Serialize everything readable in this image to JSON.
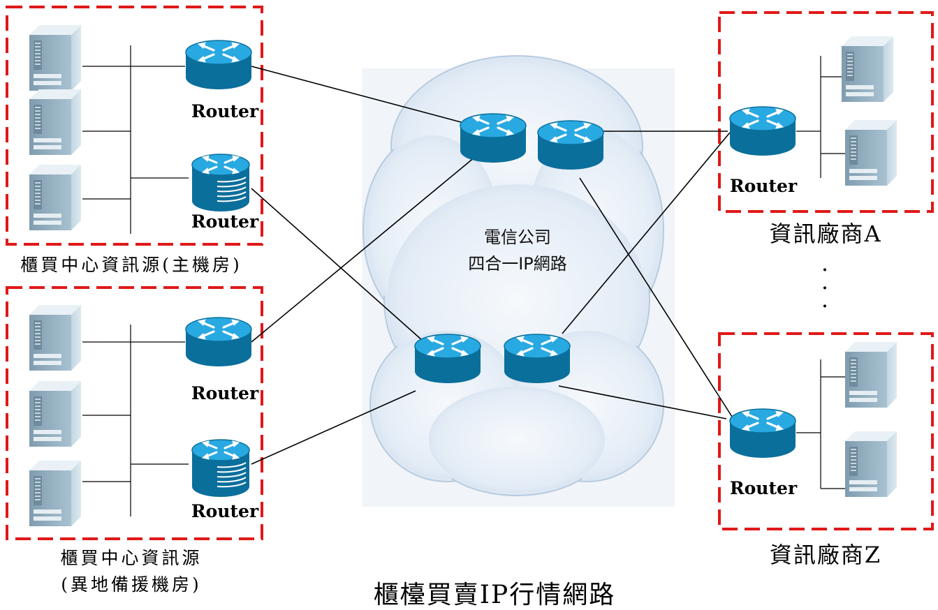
{
  "diagram_title": "櫃檯買賣IP行情網路",
  "cloud": {
    "line1": "電信公司",
    "line2": "四合一IP網路"
  },
  "router_label": "Router",
  "sites": {
    "main": {
      "caption": "櫃買中心資訊源(主機房)",
      "routers": [
        "Router",
        "Router"
      ]
    },
    "backup": {
      "caption_line1": "櫃買中心資訊源",
      "caption_line2": "(異地備援機房)",
      "routers": [
        "Router",
        "Router"
      ]
    },
    "vendor_a": {
      "caption": "資訊廠商A",
      "routers": [
        "Router"
      ]
    },
    "vendor_z": {
      "caption": "資訊廠商Z",
      "routers": [
        "Router"
      ]
    }
  },
  "ellipsis": [
    ".",
    ".",
    "."
  ],
  "colors": {
    "site_border": "#e01818",
    "router_top": "#29a9e1",
    "router_body": "#0b6f9c",
    "cloud": "#dfeaf5",
    "server": "#b8cfdc"
  },
  "icons": [
    "router-icon",
    "stacked-router-icon",
    "server-icon",
    "cloud-icon"
  ]
}
